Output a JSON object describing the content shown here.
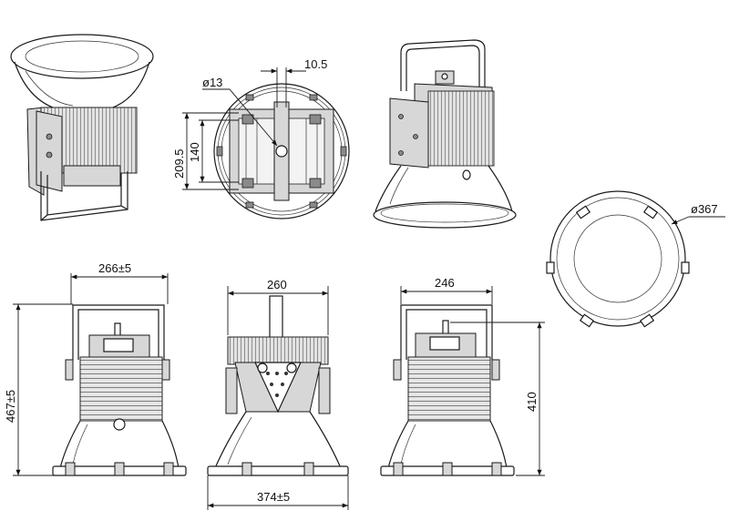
{
  "dimensions": {
    "mount_slot_width": "10.5",
    "bolt_hole": "ø13",
    "bracket_height_outer": "209.5",
    "bracket_height_inner": "140",
    "ring_diameter": "ø367",
    "front_width": "266±5",
    "total_height": "467±5",
    "side_width": "260",
    "reflector_diameter": "374±5",
    "rear_width": "246",
    "rear_height": "410"
  }
}
